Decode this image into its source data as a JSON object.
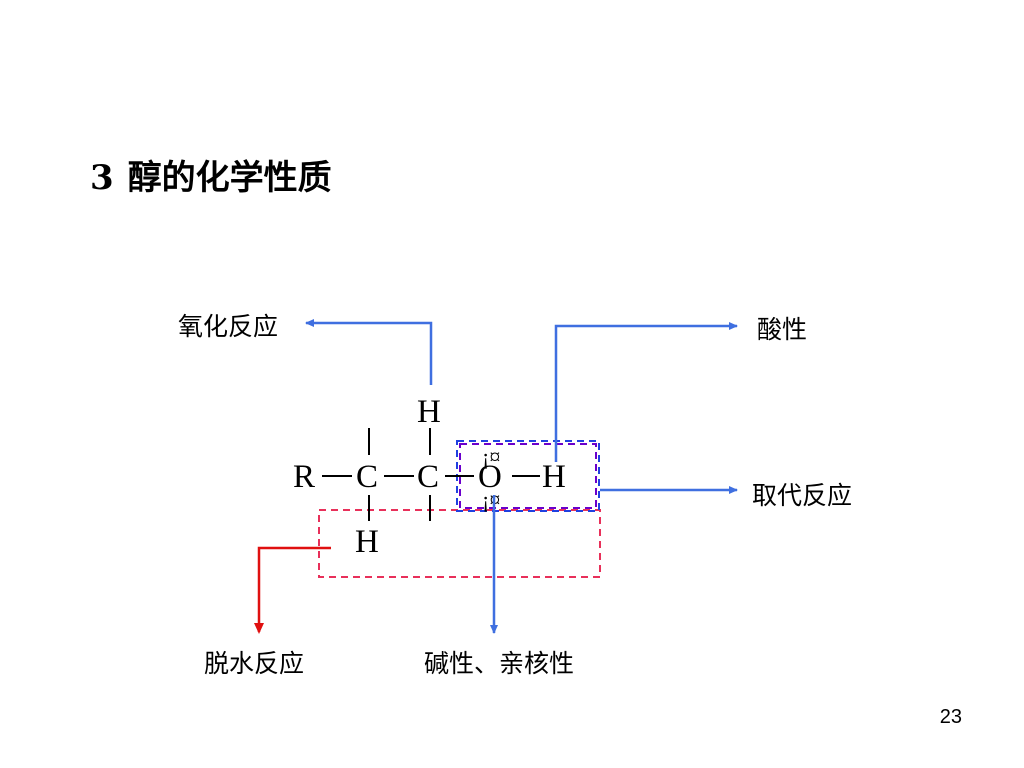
{
  "slide": {
    "number": "3",
    "title": "醇的化学性质",
    "page_number": "23"
  },
  "molecule": {
    "atoms": {
      "r": "R",
      "c1": "C",
      "c2": "C",
      "o": "O",
      "h_oh": "H",
      "h_top": "H",
      "h_bottom": "H"
    },
    "lone_pair_marks": {
      "top": "¡¤",
      "bottom": "¡¤"
    }
  },
  "reactions": {
    "oxidation": "氧化反应",
    "acidity": "酸性",
    "substitution": "取代反应",
    "dehydration": "脱水反应",
    "basicity_nucleophilicity": "碱性、亲核性"
  },
  "colors": {
    "blue_arrow": "#3f6fe0",
    "red_arrow": "#e01010",
    "red_box": "#e8305a",
    "purple_box": "#6a00cc",
    "blue_box": "#2040e0"
  }
}
